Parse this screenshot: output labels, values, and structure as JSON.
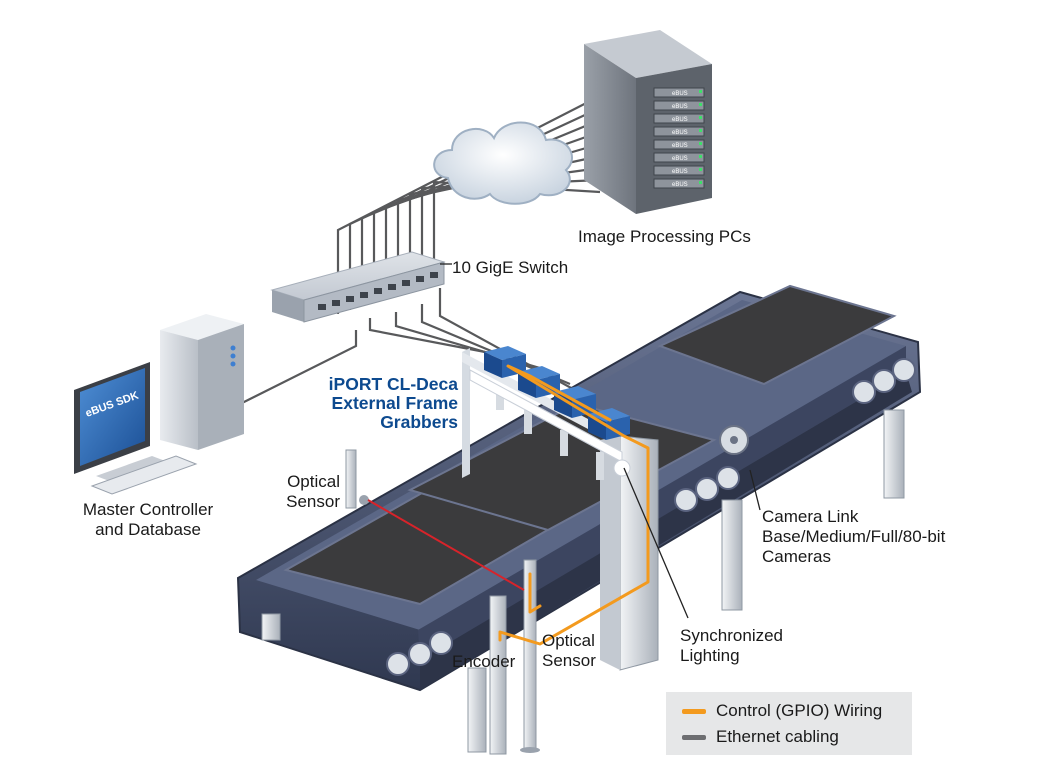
{
  "labels": {
    "image_pcs": "Image Processing PCs",
    "switch": "10 GigE Switch",
    "iport": [
      "iPORT CL-Deca",
      "External Frame",
      "Grabbers"
    ],
    "master": [
      "Master Controller",
      "and Database"
    ],
    "optical_sensor_left": [
      "Optical",
      "Sensor"
    ],
    "camera_link": [
      "Camera Link",
      "Base/Medium/Full/80-bit",
      "Cameras"
    ],
    "sync_lighting": [
      "Synchronized",
      "Lighting"
    ],
    "encoder": "Encoder",
    "optical_sensor_bottom": [
      "Optical",
      "Sensor"
    ],
    "monitor_screen": "eBUS SDK",
    "rack_units": [
      "eBUS",
      "eBUS",
      "eBUS",
      "eBUS",
      "eBUS",
      "eBUS",
      "eBUS",
      "eBUS"
    ]
  },
  "legend": {
    "items": [
      {
        "label": "Control (GPIO) Wiring",
        "color": "#f39a1e"
      },
      {
        "label": "Ethernet cabling",
        "color": "#6d6e71"
      }
    ]
  },
  "colors": {
    "label_blue": "#0d4a8f",
    "gpio": "#f39a1e",
    "ethernet": "#58595b",
    "laser": "#d8232a",
    "conveyor_body": "#4a5575",
    "conveyor_top": "#3b3b3d"
  }
}
